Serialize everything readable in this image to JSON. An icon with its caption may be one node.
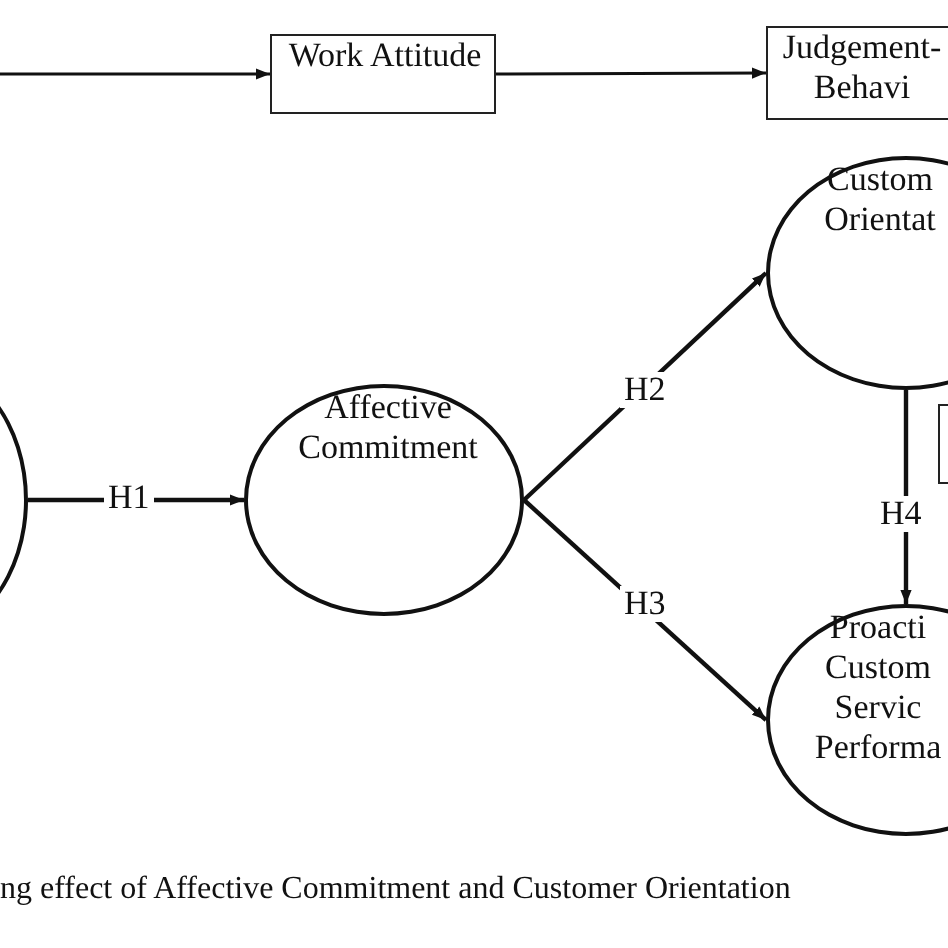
{
  "diagram": {
    "caption": "ng effect of Affective Commitment and Customer Orientation",
    "nodes": [
      {
        "text": [
          "Work Attitude"
        ]
      },
      {
        "text": [
          "Judgement- Behavi"
        ]
      },
      {
        "text": [],
        "shape": "circle"
      },
      {
        "text": [
          "Affective Commitment"
        ]
      },
      {
        "text": [
          "Custom Orientat"
        ]
      },
      {
        "text": [],
        "shape": "box"
      },
      {
        "text": [
          "Proacti Custom Servic Performa"
        ]
      }
    ],
    "edges": [
      {
        "from": null,
        "to": 0,
        "arrow": "to"
      },
      {
        "from": 0,
        "to": 1,
        "arrow": "to"
      },
      {
        "from": 2,
        "to": 3,
        "label": "H1",
        "arrow": "to"
      },
      {
        "from": 3,
        "to": 4,
        "label": "H2",
        "arrow": "to"
      },
      {
        "from": 3,
        "to": 6,
        "label": "H3",
        "arrow": "to"
      },
      {
        "from": 4,
        "to": 6,
        "label": "H4",
        "arrow": "to"
      }
    ]
  }
}
